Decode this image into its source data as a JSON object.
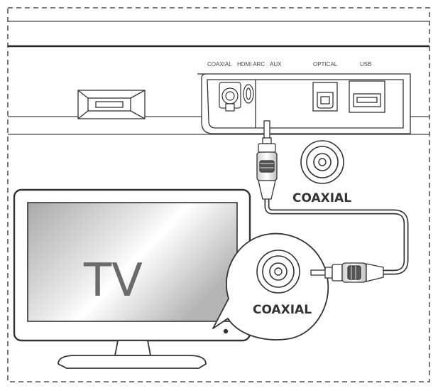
{
  "ports": {
    "coaxial": "COAXIAL",
    "hdmi_arc": "HDMI ARC",
    "aux": "AUX",
    "optical": "OPTICAL",
    "usb": "USB"
  },
  "callouts": {
    "soundbar_jack": "COAXIAL",
    "tv_jack": "COAXIAL"
  },
  "tv": {
    "label": "TV"
  },
  "colors": {
    "line": "#333333",
    "dash": "#555555",
    "screen_gray": "#b9b9b9"
  }
}
